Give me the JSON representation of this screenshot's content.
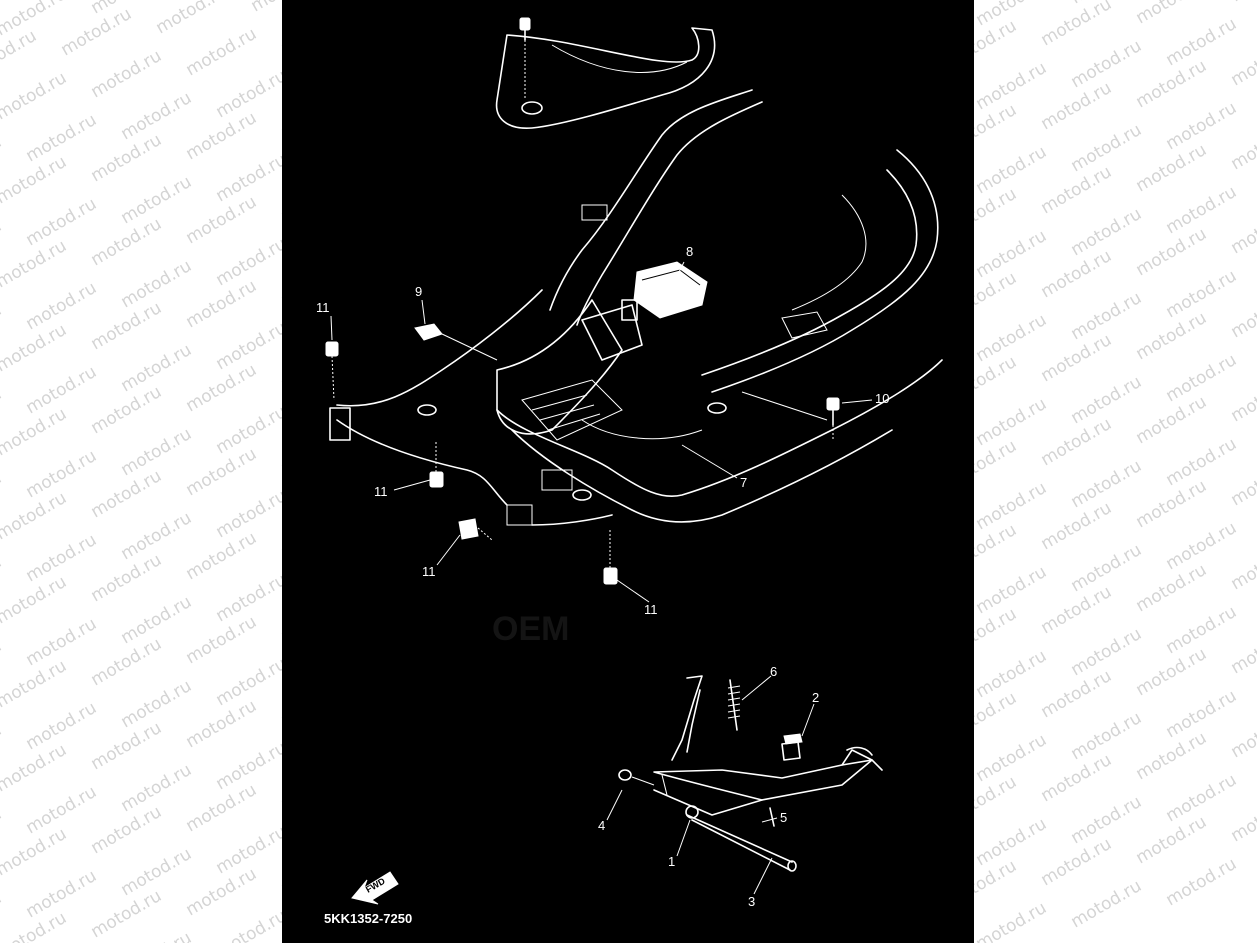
{
  "watermark": {
    "text": "motod.ru"
  },
  "diagram": {
    "part_code": "5KK1352-7250",
    "fwd_label": "FWD",
    "faint_watermark": "OEM",
    "callouts": [
      {
        "id": "c1",
        "label": "1"
      },
      {
        "id": "c2",
        "label": "2"
      },
      {
        "id": "c3",
        "label": "3"
      },
      {
        "id": "c4",
        "label": "4"
      },
      {
        "id": "c5",
        "label": "5"
      },
      {
        "id": "c6",
        "label": "6"
      },
      {
        "id": "c7",
        "label": "7"
      },
      {
        "id": "c8",
        "label": "8"
      },
      {
        "id": "c9",
        "label": "9"
      },
      {
        "id": "c10",
        "label": "10"
      },
      {
        "id": "c11a",
        "label": "11"
      },
      {
        "id": "c11b",
        "label": "11"
      },
      {
        "id": "c11c",
        "label": "11"
      },
      {
        "id": "c11d",
        "label": "11"
      }
    ]
  },
  "colors": {
    "panel": "#000000",
    "line": "#ffffff",
    "watermark": "#d4d4d4",
    "page": "#ffffff"
  }
}
